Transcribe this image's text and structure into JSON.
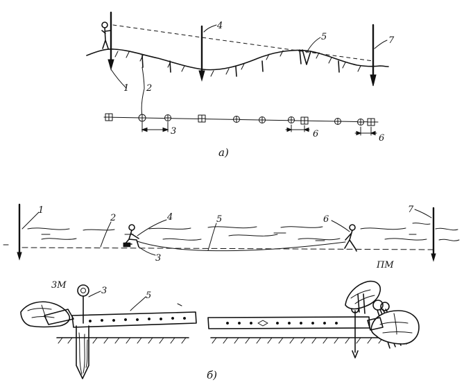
{
  "figure_a": {
    "caption": "а)",
    "labels": {
      "rod_left": "1",
      "pin": "2",
      "rod_middle": "4",
      "ground_mark": "5",
      "rod_right": "7",
      "interval_first": "3",
      "interval_second": "6",
      "interval_third": "6"
    }
  },
  "figure_field": {
    "labels": {
      "rod_left": "1",
      "line": "2",
      "pin": "3",
      "worker_rear": "4",
      "tape": "5",
      "worker_front": "6",
      "rod_right": "7",
      "mark": "ПМ"
    }
  },
  "figure_b": {
    "caption": "б)",
    "labels": {
      "marker": "3М",
      "pin": "3",
      "tape": "5"
    }
  }
}
